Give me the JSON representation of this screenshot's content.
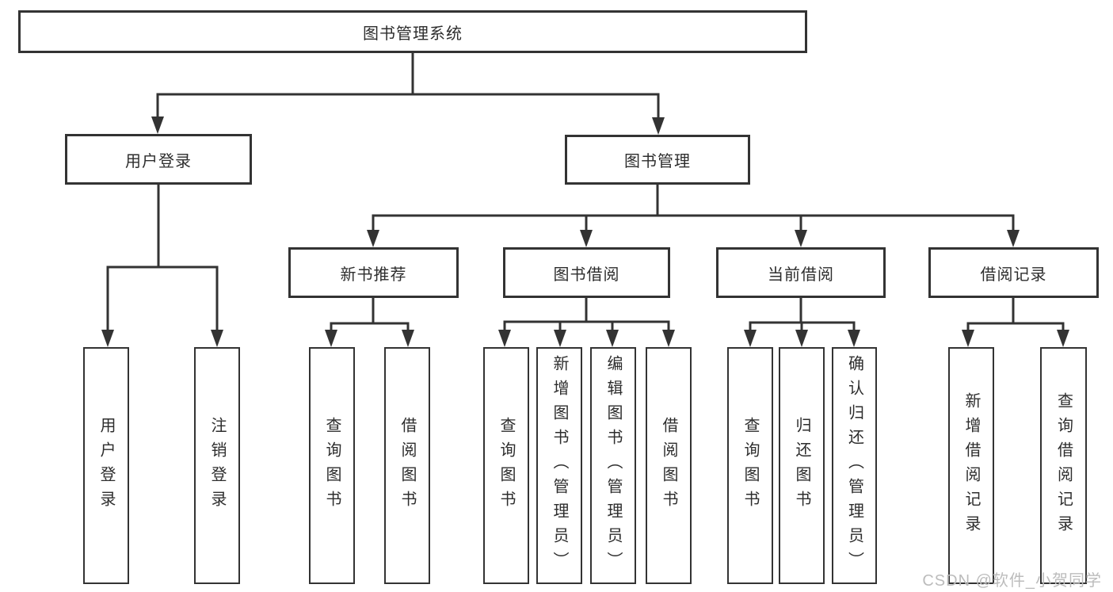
{
  "nodes": {
    "root": "图书管理系统",
    "level2": [
      {
        "label": "用户登录"
      },
      {
        "label": "图书管理"
      }
    ],
    "level3": [
      {
        "label": "新书推荐"
      },
      {
        "label": "图书借阅"
      },
      {
        "label": "当前借阅"
      },
      {
        "label": "借阅记录"
      }
    ],
    "leaves": [
      {
        "label": "用户登录"
      },
      {
        "label": "注销登录"
      },
      {
        "label": "查询图书"
      },
      {
        "label": "借阅图书"
      },
      {
        "label": "查询图书"
      },
      {
        "label": "新增图书（管理员）"
      },
      {
        "label": "编辑图书（管理员）"
      },
      {
        "label": "借阅图书"
      },
      {
        "label": "查询图书"
      },
      {
        "label": "归还图书"
      },
      {
        "label": "确认归还（管理员）"
      },
      {
        "label": "新增借阅记录"
      },
      {
        "label": "查询借阅记录"
      }
    ]
  },
  "watermark": "CSDN @软件_小贺同学",
  "colors": {
    "line": "#333333",
    "border": "#333333",
    "text": "#2d2d2d",
    "watermark": "#bcbcbc",
    "background": "#ffffff"
  }
}
